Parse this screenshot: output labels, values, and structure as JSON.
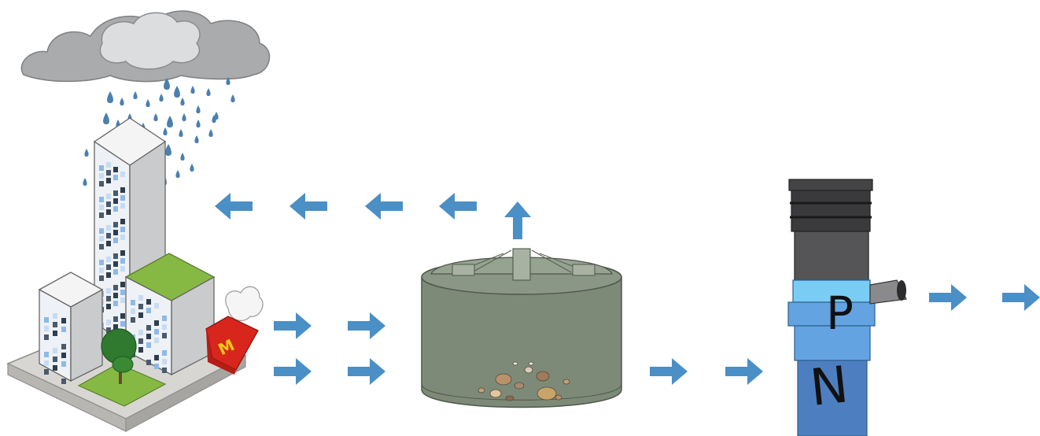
{
  "logo": {
    "letter": "M",
    "color": "#f2c81b",
    "bg": "#d9261c"
  },
  "labels": {
    "p": "P",
    "n": "N"
  },
  "colors": {
    "arrow": "#4a8fc6",
    "rain": "#4a7fb0",
    "cloud": "#a7a9ab",
    "tank": "#7d8a78",
    "filter_dark": "#444446",
    "filter_light": "#79cdf5",
    "filter_mid": "#64a3e2",
    "filter_deep": "#4d7fc0",
    "grass": "#86b943"
  },
  "arrows": [
    {
      "id": "return-1",
      "dir": "left"
    },
    {
      "id": "return-2",
      "dir": "left"
    },
    {
      "id": "return-3",
      "dir": "left"
    },
    {
      "id": "return-4",
      "dir": "left"
    },
    {
      "id": "tank-up",
      "dir": "up"
    },
    {
      "id": "runoff-top-1",
      "dir": "right"
    },
    {
      "id": "runoff-top-2",
      "dir": "right"
    },
    {
      "id": "runoff-bottom-1",
      "dir": "right"
    },
    {
      "id": "runoff-bottom-2",
      "dir": "right"
    },
    {
      "id": "tank-out-1",
      "dir": "right"
    },
    {
      "id": "tank-out-2",
      "dir": "right"
    },
    {
      "id": "filter-out-1",
      "dir": "right"
    },
    {
      "id": "filter-out-2",
      "dir": "right"
    }
  ]
}
